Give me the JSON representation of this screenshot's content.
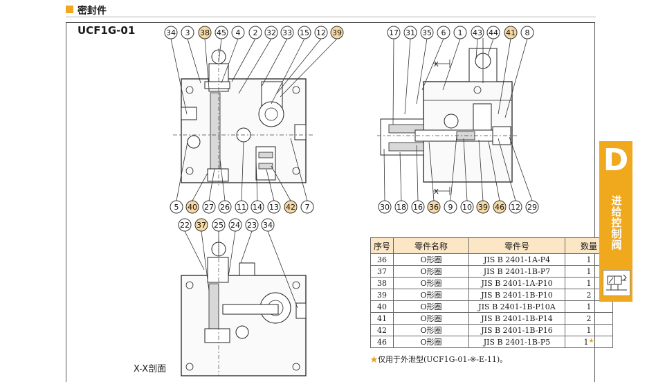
{
  "header": {
    "title": "密封件",
    "accent_color": "#f0a81c"
  },
  "model": "UCF1G-01",
  "section_label": "X-X剖面",
  "section_marks": [
    "X",
    "X"
  ],
  "callouts": {
    "front_top": [
      "34",
      "3",
      "38",
      "45",
      "4",
      "2",
      "32",
      "33",
      "15",
      "12",
      "39"
    ],
    "front_bottom": [
      "5",
      "40",
      "27",
      "26",
      "11",
      "14",
      "13",
      "42",
      "7"
    ],
    "side_top": [
      "17",
      "31",
      "35",
      "6",
      "1",
      "43",
      "44",
      "41",
      "8"
    ],
    "side_bottom": [
      "30",
      "18",
      "16",
      "36",
      "9",
      "10",
      "39",
      "46",
      "12",
      "29"
    ],
    "section_top": [
      "22",
      "37",
      "25",
      "24",
      "23",
      "34"
    ],
    "highlighted": [
      "36",
      "37",
      "38",
      "39",
      "40",
      "41",
      "42",
      "46"
    ]
  },
  "table": {
    "headers": [
      "序号",
      "零件名称",
      "零件号",
      "数量"
    ],
    "rows": [
      [
        "36",
        "O形圈",
        "JIS B 2401-1A-P4",
        "1"
      ],
      [
        "37",
        "O形圈",
        "JIS B 2401-1B-P7",
        "1"
      ],
      [
        "38",
        "O形圈",
        "JIS B 2401-1A-P10",
        "1"
      ],
      [
        "39",
        "O形圈",
        "JIS B 2401-1B-P10",
        "2"
      ],
      [
        "40",
        "O形圈",
        "JIS B 2401-1B-P10A",
        "1"
      ],
      [
        "41",
        "O形圈",
        "JIS B 2401-1B-P14",
        "2"
      ],
      [
        "42",
        "O形圈",
        "JIS B 2401-1B-P16",
        "1"
      ],
      [
        "46",
        "O形圈",
        "JIS B 2401-1B-P5",
        "1"
      ]
    ],
    "star_row": "46",
    "footnote": "仅用于外泄型(UCF1G-01-※-E-11)。"
  },
  "side_tab": {
    "letter": "D",
    "text": "进给控制阀",
    "color": "#f0a81c"
  },
  "colors": {
    "bubble_highlight": "#f6d9a4",
    "table_header": "#fbe7c6"
  }
}
